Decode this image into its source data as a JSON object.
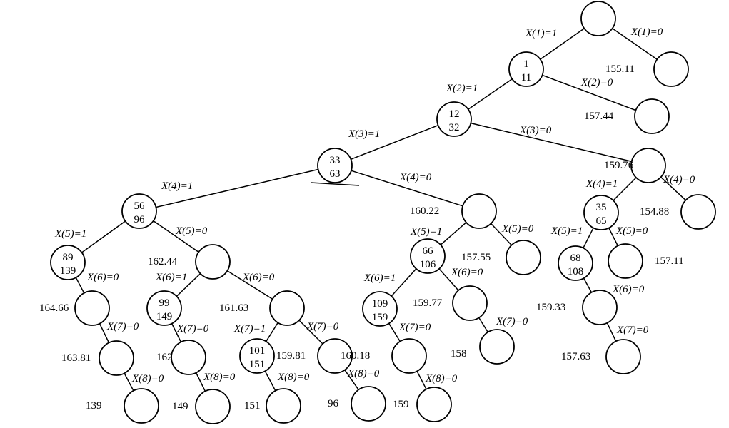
{
  "nodes": [
    {
      "id": "root",
      "lines": []
    },
    {
      "id": "n1",
      "lines": [
        "1",
        "11"
      ]
    },
    {
      "id": "r1",
      "lines": []
    },
    {
      "id": "n2",
      "lines": [
        "12",
        "32"
      ]
    },
    {
      "id": "r2",
      "lines": []
    },
    {
      "id": "n3",
      "lines": [
        "33",
        "63"
      ]
    },
    {
      "id": "r3",
      "lines": []
    },
    {
      "id": "n4a",
      "lines": [
        "56",
        "96"
      ]
    },
    {
      "id": "n4b",
      "lines": []
    },
    {
      "id": "n4c",
      "lines": [
        "35",
        "65"
      ]
    },
    {
      "id": "n4d",
      "lines": []
    },
    {
      "id": "n5a",
      "lines": [
        "89",
        "139"
      ]
    },
    {
      "id": "n5b",
      "lines": []
    },
    {
      "id": "n5c",
      "lines": [
        "66",
        "106"
      ]
    },
    {
      "id": "n5d",
      "lines": []
    },
    {
      "id": "n5e",
      "lines": [
        "68",
        "108"
      ]
    },
    {
      "id": "n5f",
      "lines": []
    },
    {
      "id": "n6a",
      "lines": []
    },
    {
      "id": "n6b",
      "lines": [
        "99",
        "149"
      ]
    },
    {
      "id": "n6c",
      "lines": []
    },
    {
      "id": "n6d",
      "lines": [
        "109",
        "159"
      ]
    },
    {
      "id": "n6e",
      "lines": []
    },
    {
      "id": "n6f",
      "lines": []
    },
    {
      "id": "n7a",
      "lines": []
    },
    {
      "id": "n7b",
      "lines": []
    },
    {
      "id": "n7c",
      "lines": [
        "101",
        "151"
      ]
    },
    {
      "id": "n7d",
      "lines": []
    },
    {
      "id": "n7e",
      "lines": []
    },
    {
      "id": "n7f",
      "lines": []
    },
    {
      "id": "n7g",
      "lines": []
    },
    {
      "id": "n8a",
      "lines": []
    },
    {
      "id": "n8b",
      "lines": []
    },
    {
      "id": "n8c",
      "lines": []
    },
    {
      "id": "n8d",
      "lines": []
    },
    {
      "id": "n8e",
      "lines": []
    }
  ],
  "edges": [
    {
      "from": "root",
      "to": "n1",
      "label": "X(1)=1"
    },
    {
      "from": "root",
      "to": "r1",
      "label": "X(1)=0"
    },
    {
      "from": "n1",
      "to": "n2",
      "label": "X(2)=1"
    },
    {
      "from": "n1",
      "to": "r2",
      "label": "X(2)=0"
    },
    {
      "from": "n2",
      "to": "n3",
      "label": "X(3)=1"
    },
    {
      "from": "n2",
      "to": "r3",
      "label": "X(3)=0"
    },
    {
      "from": "n3",
      "to": "n4a",
      "label": "X(4)=1"
    },
    {
      "from": "n3",
      "to": "n4b",
      "label": "X(4)=0"
    },
    {
      "from": "r3",
      "to": "n4c",
      "label": "X(4)=1"
    },
    {
      "from": "r3",
      "to": "n4d",
      "label": "X(4)=0"
    },
    {
      "from": "n4a",
      "to": "n5a",
      "label": "X(5)=1"
    },
    {
      "from": "n4a",
      "to": "n5b",
      "label": "X(5)=0"
    },
    {
      "from": "n4b",
      "to": "n5c",
      "label": "X(5)=1"
    },
    {
      "from": "n4b",
      "to": "n5d",
      "label": "X(5)=0"
    },
    {
      "from": "n4c",
      "to": "n5e",
      "label": "X(5)=1"
    },
    {
      "from": "n4c",
      "to": "n5f",
      "label": "X(5)=0"
    },
    {
      "from": "n5a",
      "to": "n6a",
      "label": "X(6)=0"
    },
    {
      "from": "n5b",
      "to": "n6b",
      "label": "X(6)=1"
    },
    {
      "from": "n5b",
      "to": "n6c",
      "label": "X(6)=0"
    },
    {
      "from": "n5c",
      "to": "n6d",
      "label": "X(6)=1"
    },
    {
      "from": "n5c",
      "to": "n6e",
      "label": "X(6)=0"
    },
    {
      "from": "n5e",
      "to": "n6f",
      "label": "X(6)=0"
    },
    {
      "from": "n6a",
      "to": "n7a",
      "label": "X(7)=0"
    },
    {
      "from": "n6b",
      "to": "n7b",
      "label": "X(7)=0"
    },
    {
      "from": "n6c",
      "to": "n7c",
      "label": "X(7)=1"
    },
    {
      "from": "n6c",
      "to": "n7d",
      "label": "X(7)=0"
    },
    {
      "from": "n6d",
      "to": "n7e",
      "label": "X(7)=0"
    },
    {
      "from": "n6e",
      "to": "n7f",
      "label": "X(7)=0"
    },
    {
      "from": "n6f",
      "to": "n7g",
      "label": "X(7)=0"
    },
    {
      "from": "n7a",
      "to": "n8a",
      "label": "X(8)=0"
    },
    {
      "from": "n7b",
      "to": "n8b",
      "label": "X(8)=0"
    },
    {
      "from": "n7c",
      "to": "n8c",
      "label": "X(8)=0"
    },
    {
      "from": "n7d",
      "to": "n8d",
      "label": "X(8)=0"
    },
    {
      "from": "n7e",
      "to": "n8e",
      "label": "X(8)=0"
    }
  ],
  "values": [
    {
      "node": "r1",
      "text": "155.11"
    },
    {
      "node": "r2",
      "text": "157.44"
    },
    {
      "node": "r3",
      "text": "159.76"
    },
    {
      "node": "n4b",
      "text": "160.22"
    },
    {
      "node": "n4d",
      "text": "154.88"
    },
    {
      "node": "n5b",
      "text": "162.44"
    },
    {
      "node": "n5d",
      "text": "157.55"
    },
    {
      "node": "n5f",
      "text": "157.11"
    },
    {
      "node": "n6a",
      "text": "164.66"
    },
    {
      "node": "n6c",
      "text": "161.63"
    },
    {
      "node": "n6e",
      "text": "159.77"
    },
    {
      "node": "n6f",
      "text": "159.33"
    },
    {
      "node": "n7a",
      "text": "163.81"
    },
    {
      "node": "n7b",
      "text": "162"
    },
    {
      "node": "n7d",
      "text": "159.81"
    },
    {
      "node": "n7e",
      "text": "160.18"
    },
    {
      "node": "n7f",
      "text": "158"
    },
    {
      "node": "n7g",
      "text": "157.63"
    },
    {
      "node": "n8a",
      "text": "139"
    },
    {
      "node": "n8b",
      "text": "149"
    },
    {
      "node": "n8c",
      "text": "151"
    },
    {
      "node": "n8d",
      "text": "96"
    },
    {
      "node": "n8e",
      "text": "159"
    }
  ]
}
